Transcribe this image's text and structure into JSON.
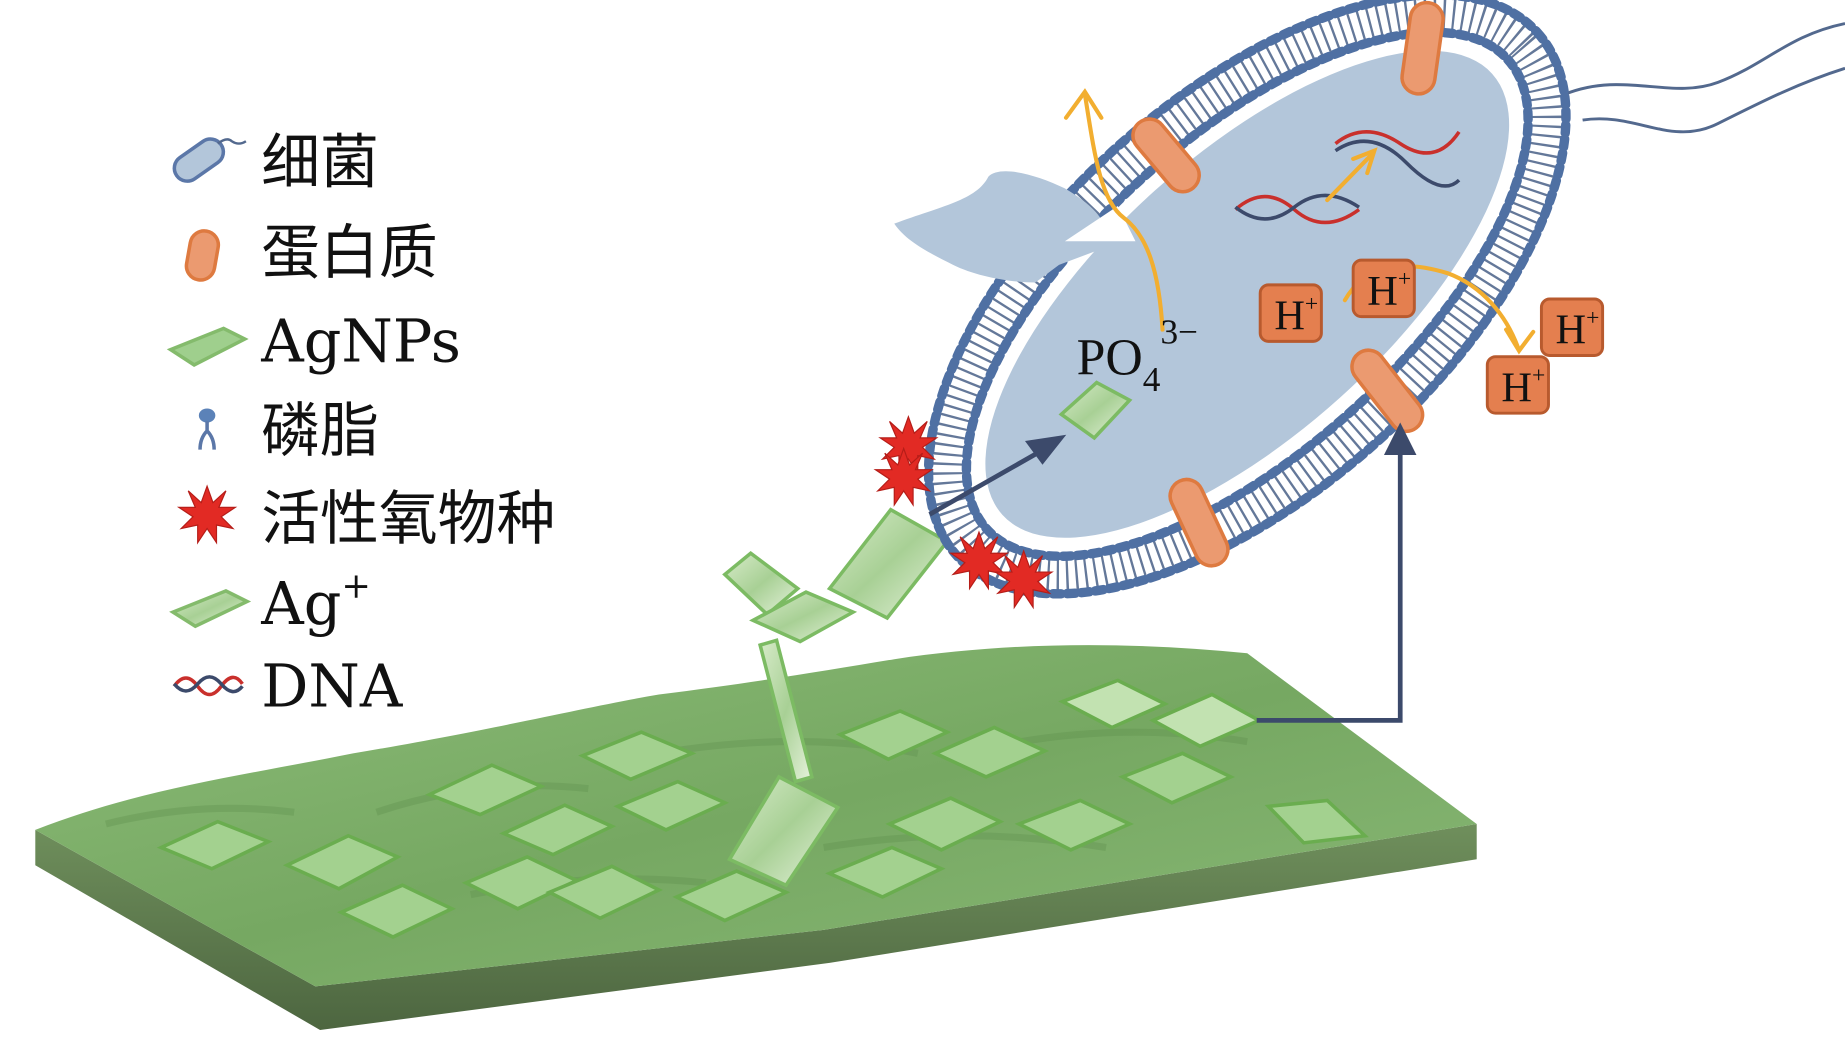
{
  "figure": {
    "description": "Antibacterial mechanism of silver nanoparticles (AgNPs) released from a substrate acting on a bacterial cell"
  },
  "legend": {
    "items": [
      {
        "key": "bacteria",
        "label": "细菌",
        "icon": "bacteria-icon"
      },
      {
        "key": "protein",
        "label": "蛋白质",
        "icon": "protein-icon"
      },
      {
        "key": "agnps",
        "label": "AgNPs",
        "icon": "agnp-icon"
      },
      {
        "key": "phospholipid",
        "label": "磷脂",
        "icon": "phospholipid-icon"
      },
      {
        "key": "ros",
        "label": "活性氧物种",
        "icon": "ros-star-icon"
      },
      {
        "key": "ag_ion",
        "label": "Ag",
        "superscript": "+",
        "icon": "ag-ion-icon"
      },
      {
        "key": "dna",
        "label": "DNA",
        "icon": "dna-icon"
      }
    ]
  },
  "cell": {
    "phosphate_label": "PO",
    "phosphate_subscript": "4",
    "phosphate_superscript": "3−",
    "proton_label": "H",
    "proton_superscript": "+",
    "proton_count_inside": 2,
    "proton_count_outside": 2
  },
  "colors": {
    "cytoplasm": "#b3c6da",
    "lipid": "#53698e",
    "lipid_head": "#4f70a3",
    "protein_fill": "#eb9a70",
    "protein_stroke": "#de7a40",
    "proton_fill": "#e47f4f",
    "proton_stroke": "#b85a2e",
    "arrow_orange": "#f2ae30",
    "arrow_navy": "#3c4a6b",
    "ros_red": "#e22a24",
    "agnp_green": "#9fcf8d",
    "agnp_stroke": "#6aad4f",
    "substrate_green": "#7fae6b",
    "dna_red": "#c9302c",
    "dna_blue": "#3c4a6b"
  }
}
